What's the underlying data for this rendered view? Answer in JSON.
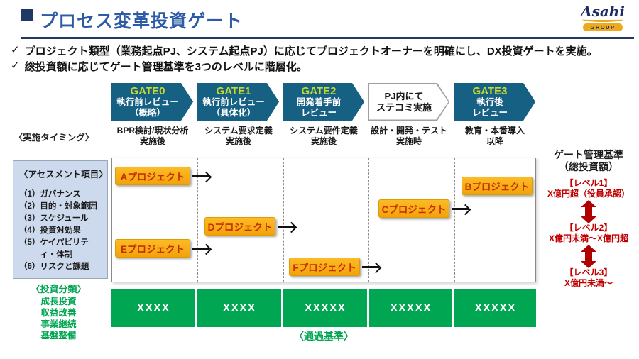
{
  "title": "プロセス変革投資ゲート",
  "logo": {
    "brand": "Asahi",
    "group": "GROUP"
  },
  "bullets": {
    "check": "✓",
    "items": [
      "プロジェクト類型（業務起点PJ、システム起点PJ）に応じてプロジェクトオーナーを明確にし、DX投資ゲートを実施。",
      "総投資額に応じてゲート管理基準を3つのレベルに階層化。"
    ]
  },
  "timing": {
    "label": "〈実施タイミング〉",
    "items": [
      {
        "l1": "BPR検討/現状分析",
        "l2": "実施後"
      },
      {
        "l1": "システム要求定義",
        "l2": "実施後"
      },
      {
        "l1": "システム要件定義",
        "l2": "実施後"
      },
      {
        "l1": "設計・開発・テスト",
        "l2": "実施時"
      },
      {
        "l1": "教育・本番導入",
        "l2": "以降"
      }
    ]
  },
  "gates": [
    {
      "l1": "GATE0",
      "l2": "執行前レビュー",
      "l3": "（概略）"
    },
    {
      "l1": "GATE1",
      "l2": "執行前レビュー",
      "l3": "（具体化）"
    },
    {
      "l1": "GATE2",
      "l2": "開発着手前",
      "l3": "レビュー"
    },
    {
      "l1": "PJ内にて",
      "l2": "ステコミ実施",
      "l3": ""
    },
    {
      "l1": "GATE3",
      "l2": "執行後",
      "l3": "レビュー"
    }
  ],
  "assessment": {
    "title": "〈アセスメント項目〉",
    "items": [
      "（1）ガバナンス",
      "（2）目的・対象範囲",
      "（3）スケジュール",
      "（4）投資対効果",
      "（5）ケイパビリティ・体制",
      "（6）リスクと課題"
    ]
  },
  "projects": [
    {
      "label": "Aプロジェクト"
    },
    {
      "label": "Bプロジェクト"
    },
    {
      "label": "Cプロジェクト"
    },
    {
      "label": "Dプロジェクト"
    },
    {
      "label": "Eプロジェクト"
    },
    {
      "label": "Fプロジェクト"
    }
  ],
  "investment": {
    "title": "〈投資分類〉",
    "items": [
      "成長投資",
      "収益改善",
      "事業継続",
      "基盤整備"
    ]
  },
  "pass": {
    "cells": [
      "XXXX",
      "XXXX",
      "XXXXX",
      "XXXXX",
      "XXXXX"
    ],
    "label": "〈通過基準〉"
  },
  "criteria": {
    "title1": "ゲート管理基準",
    "title2": "（総投資額）",
    "levels": [
      {
        "name": "【レベル1】",
        "desc": "X億円超（役員承認）"
      },
      {
        "name": "【レベル2】",
        "desc": "X億円未満～X億円超"
      },
      {
        "name": "【レベル3】",
        "desc": "X億円未満～"
      }
    ]
  },
  "colors": {
    "title_blue": "#2d5ba6",
    "navy": "#1f3864",
    "gate_blue": "#156083",
    "gate_label": "#c9da2f",
    "project_gold": "#f5ab12",
    "project_text": "#c53000",
    "green": "#00a651",
    "level_red": "#c00000",
    "assessment_bg": "#cdd9ec"
  }
}
